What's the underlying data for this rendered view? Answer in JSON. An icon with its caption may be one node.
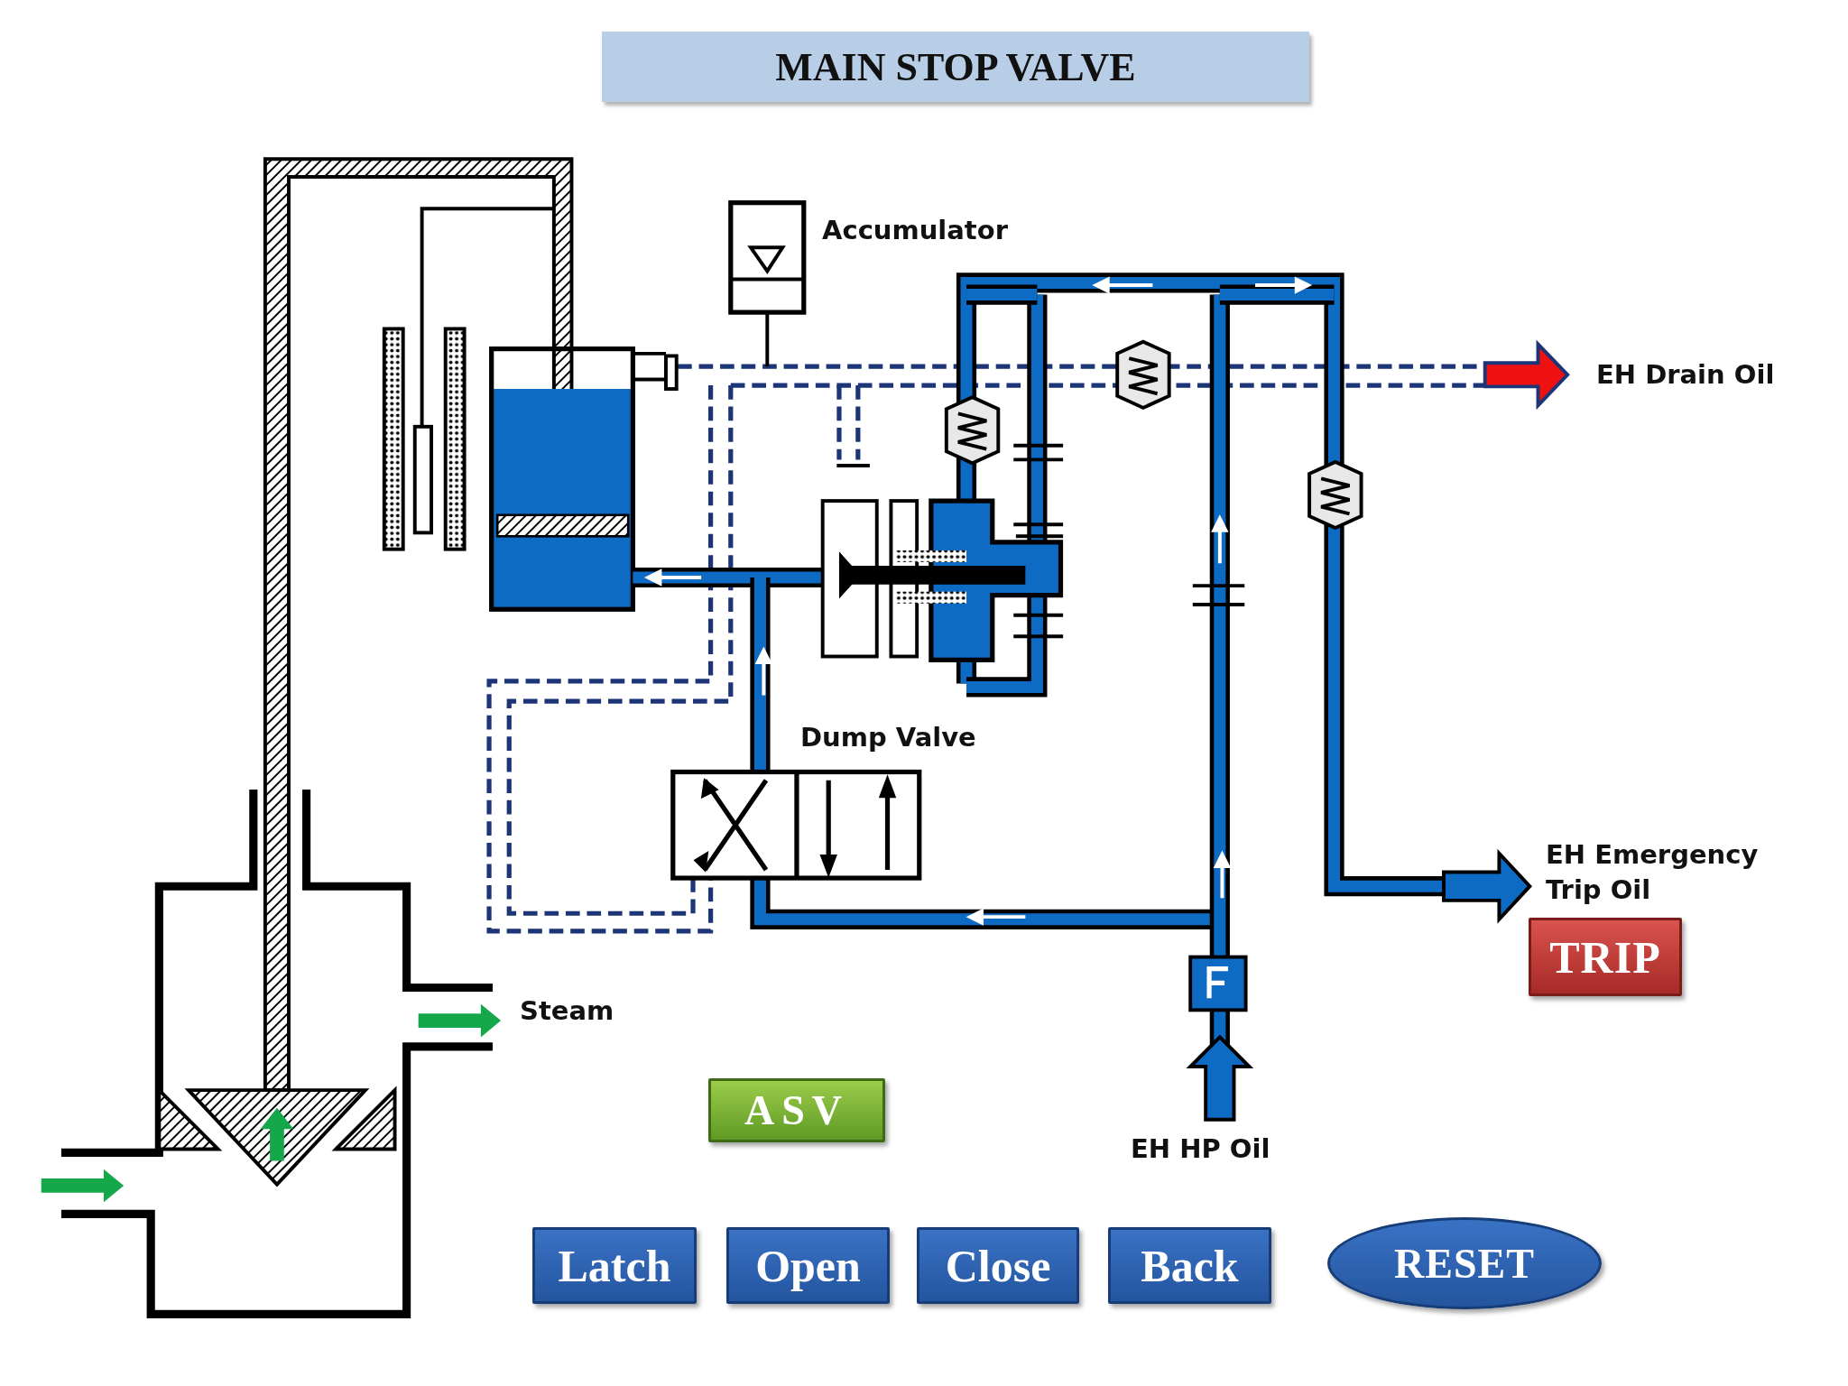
{
  "diagram": {
    "title": "MAIN STOP VALVE",
    "nodes": [
      {
        "text": [
          "TRIP"
        ]
      },
      {
        "text": [
          "ASV"
        ]
      },
      {
        "text": [
          "Latch"
        ]
      },
      {
        "text": [
          "Open"
        ]
      },
      {
        "text": [
          "Close"
        ]
      },
      {
        "text": [
          "Back"
        ]
      },
      {
        "text": [
          "RESET"
        ]
      }
    ],
    "labels": [
      "Accumulator",
      "EH Drain Oil",
      "Dump Valve",
      "EH Emergency Trip Oil",
      "Steam",
      "EH HP Oil"
    ]
  }
}
